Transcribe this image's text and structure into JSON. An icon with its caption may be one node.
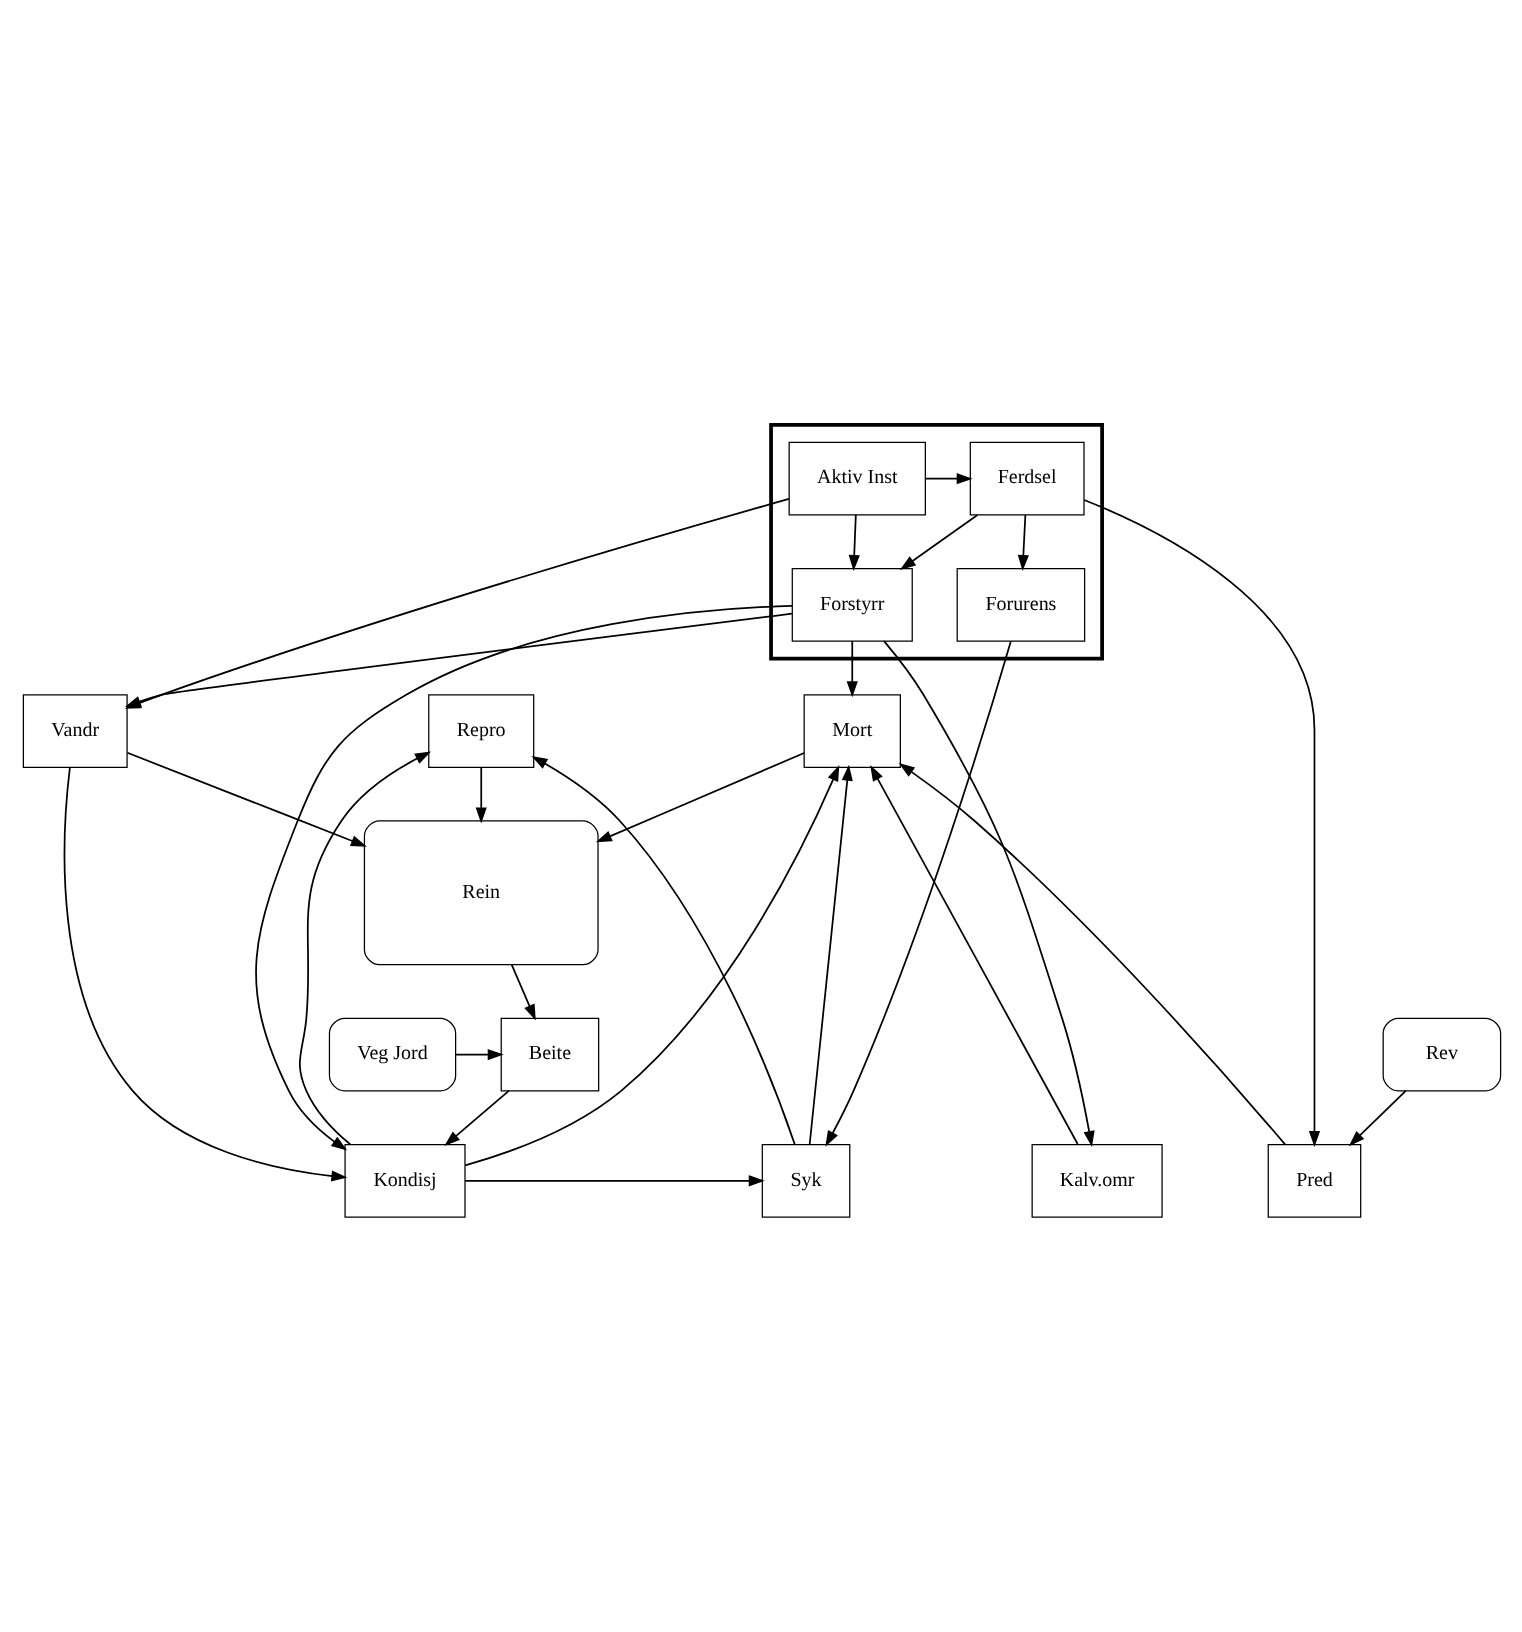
{
  "diagram": {
    "nodes": [
      {
        "text": [],
        "shape": "box"
      },
      {
        "text": [
          "Aktiv Inst"
        ],
        "in": 0
      },
      {
        "text": [
          "Ferdsel"
        ],
        "in": 0
      },
      {
        "text": [
          "Forurens"
        ],
        "in": 0
      },
      {
        "text": [
          "Forstyrr"
        ],
        "in": 0
      },
      {
        "text": [
          "Rein"
        ]
      },
      {
        "text": [
          "Repro"
        ]
      },
      {
        "text": [
          "Mort"
        ]
      },
      {
        "text": [
          "Vandr"
        ]
      },
      {
        "text": [
          "Kondisj"
        ]
      },
      {
        "text": [
          "Syk"
        ]
      },
      {
        "text": [
          "Pred"
        ]
      },
      {
        "text": [
          "Kalv.omr"
        ]
      },
      {
        "text": [
          "Beite"
        ]
      },
      {
        "text": [
          "Veg Jord"
        ]
      },
      {
        "text": [
          "Rev"
        ]
      }
    ],
    "edges": [
      {
        "from": 1,
        "to": 2,
        "arrow": "to"
      },
      {
        "from": 1,
        "to": 4,
        "arrow": "to"
      },
      {
        "from": 1,
        "to": 8,
        "arrow": "to"
      },
      {
        "from": 2,
        "to": 3,
        "arrow": "to"
      },
      {
        "from": 2,
        "to": 4,
        "arrow": "to"
      },
      {
        "from": 2,
        "to": 11,
        "arrow": "to"
      },
      {
        "from": 4,
        "to": 9,
        "arrow": "to"
      },
      {
        "from": 4,
        "to": 12,
        "arrow": "to"
      },
      {
        "from": 4,
        "to": 8,
        "arrow": "to"
      },
      {
        "from": 4,
        "to": 7,
        "arrow": "to"
      },
      {
        "from": 3,
        "to": 10,
        "arrow": "to"
      },
      {
        "from": 5,
        "to": 13,
        "arrow": "to"
      },
      {
        "from": 6,
        "to": 5,
        "arrow": "to"
      },
      {
        "from": 7,
        "to": 5,
        "arrow": "to"
      },
      {
        "from": 8,
        "to": 5,
        "arrow": "to"
      },
      {
        "from": 8,
        "to": 9,
        "arrow": "to"
      },
      {
        "from": 9,
        "to": 6,
        "arrow": "to"
      },
      {
        "from": 9,
        "to": 7,
        "arrow": "to"
      },
      {
        "from": 9,
        "to": 10,
        "arrow": "to"
      },
      {
        "from": 10,
        "to": 6,
        "arrow": "to"
      },
      {
        "from": 10,
        "to": 7,
        "arrow": "to"
      },
      {
        "from": 11,
        "to": 7,
        "arrow": "to"
      },
      {
        "from": 12,
        "to": 7,
        "arrow": "to"
      },
      {
        "from": 13,
        "to": 9,
        "arrow": "to"
      },
      {
        "from": 14,
        "to": 13,
        "arrow": "to"
      },
      {
        "from": 15,
        "to": 11,
        "arrow": "to"
      }
    ]
  }
}
